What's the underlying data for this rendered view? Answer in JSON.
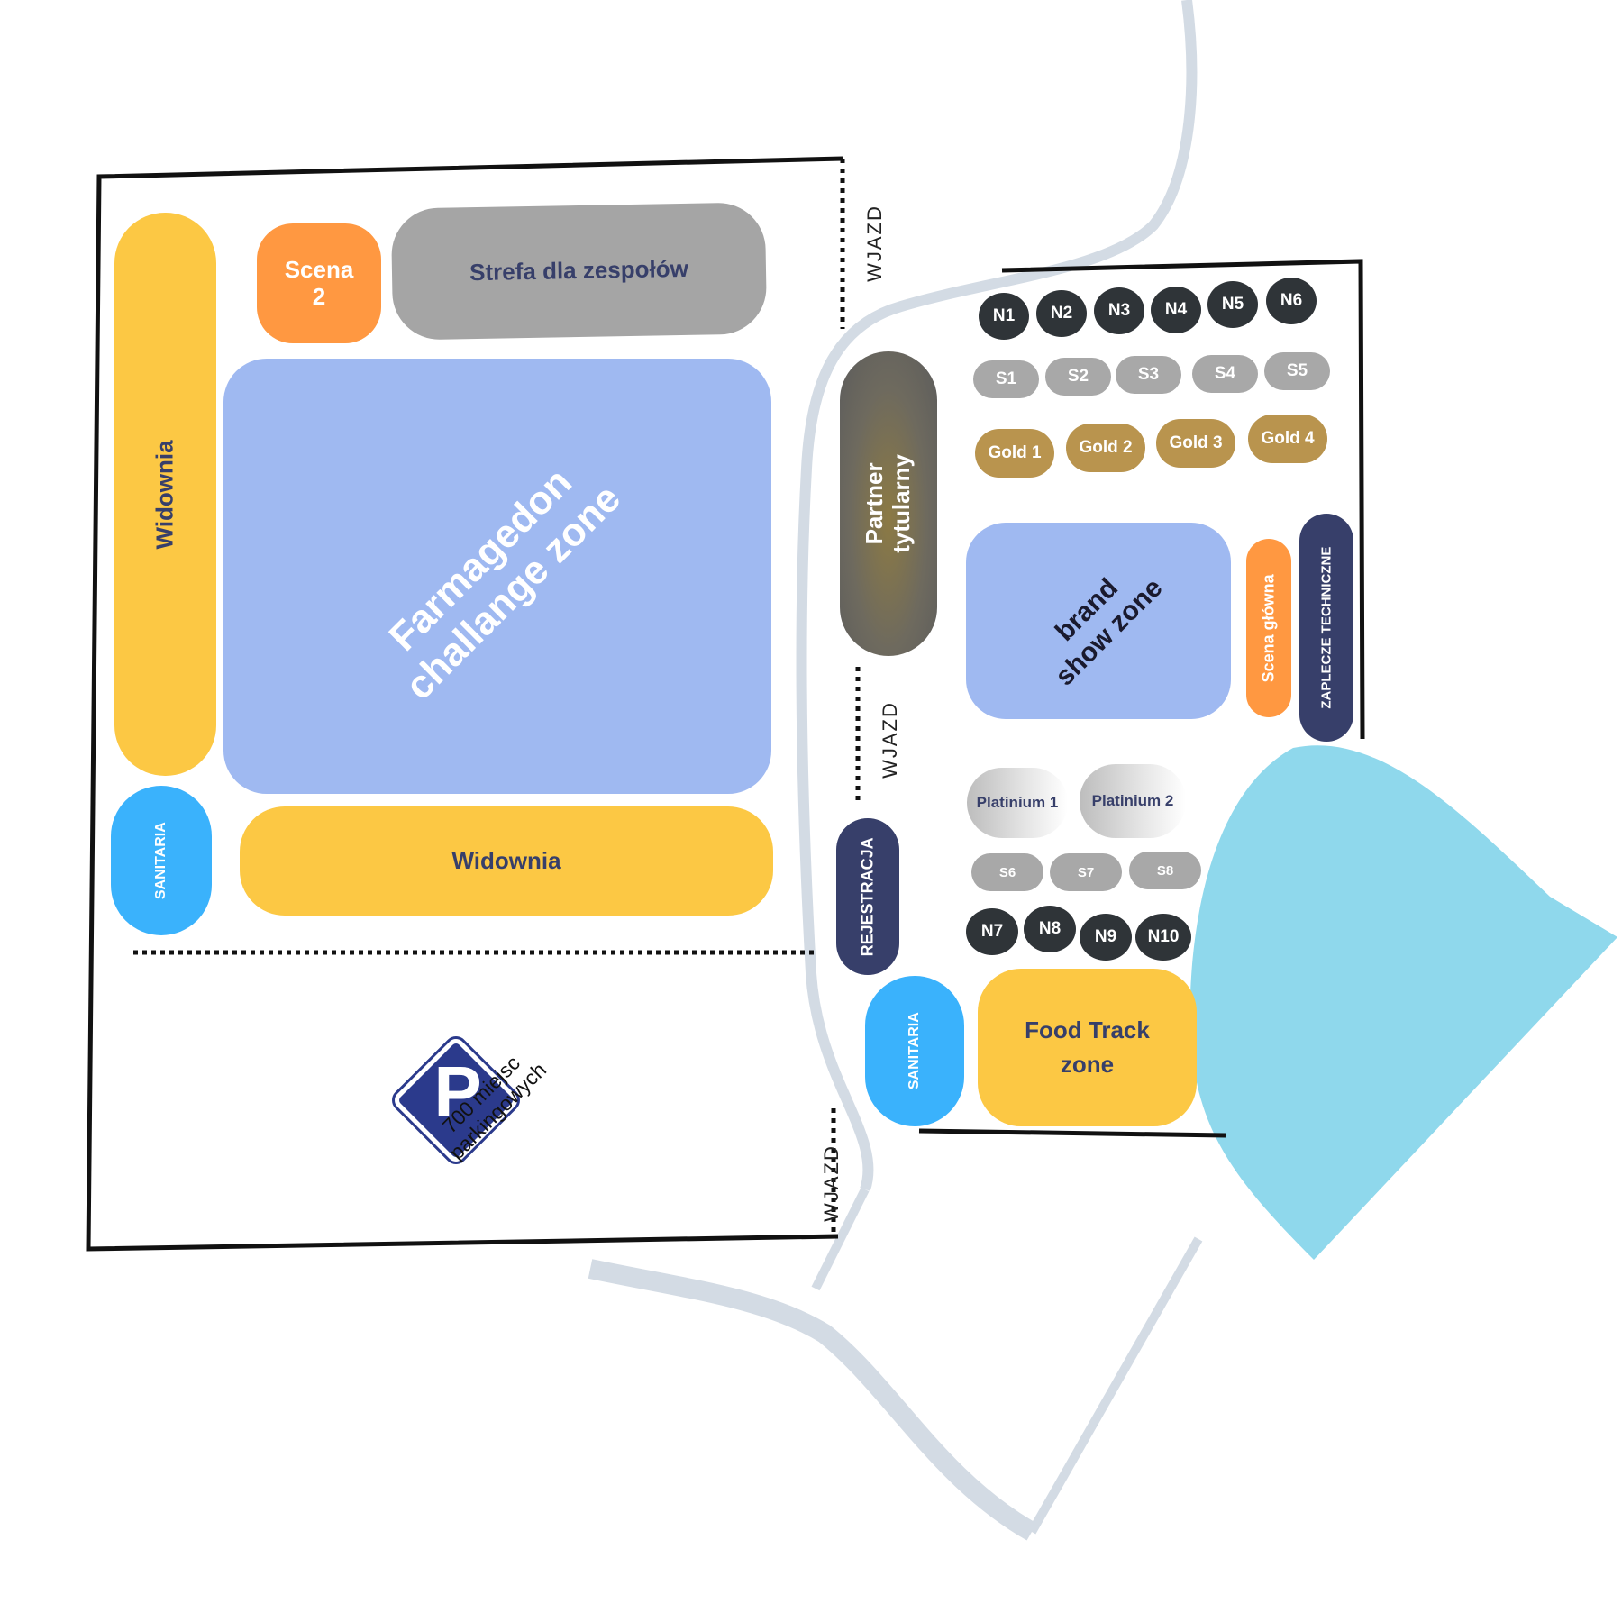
{
  "colors": {
    "stand_yellow": "#fcc844",
    "zone_blue": "#9fb9f1",
    "stage_orange": "#ff9841",
    "teams_gray": "#a5a5a5",
    "navy": "#373f6a",
    "sanitary_blue": "#3ab2fc",
    "lake": "#8fd8ec",
    "road": "#d3dbe4",
    "gold": "#b9944e",
    "dark_stand": "#2f3438"
  },
  "left_area": {
    "widownia_vertical": "Widownia",
    "scena_2": "Scena 2",
    "strefa_dla_zespolow": "Strefa dla zespołów",
    "challenge_zone_line1": "Farmagedon",
    "challenge_zone_line2": "challange zone",
    "sanitaria": "SANITARIA",
    "widownia_horizontal": "Widownia",
    "parking_icon": "parking-icon",
    "parking_text_line1": "700 miejsc",
    "parking_text_line2": "parkingowych"
  },
  "entrances": {
    "top": "WJAZD",
    "middle": "WJAZD",
    "bottom": "WJAZD"
  },
  "right_area": {
    "partner_line1": "Partner",
    "partner_line2": "tytularny",
    "brand_line1": "brand",
    "brand_line2": "show zone",
    "scena_glowna": "Scena główna",
    "zaplecze": "ZAPLECZE TECHNICZNE",
    "rejestracja": "REJESTRACJA",
    "sanitaria": "SANITARIA",
    "food_line1": "Food Track",
    "food_line2": "zone",
    "platinium": [
      "Platinium 1",
      "Platinium 2"
    ],
    "n_top": [
      "N1",
      "N2",
      "N3",
      "N4",
      "N5",
      "N6"
    ],
    "s_top": [
      "S1",
      "S2",
      "S3",
      "S4",
      "S5"
    ],
    "gold": [
      "Gold 1",
      "Gold 2",
      "Gold 3",
      "Gold 4"
    ],
    "s_bottom": [
      "S6",
      "S7",
      "S8"
    ],
    "n_bottom": [
      "N7",
      "N8",
      "N9",
      "N10"
    ]
  }
}
